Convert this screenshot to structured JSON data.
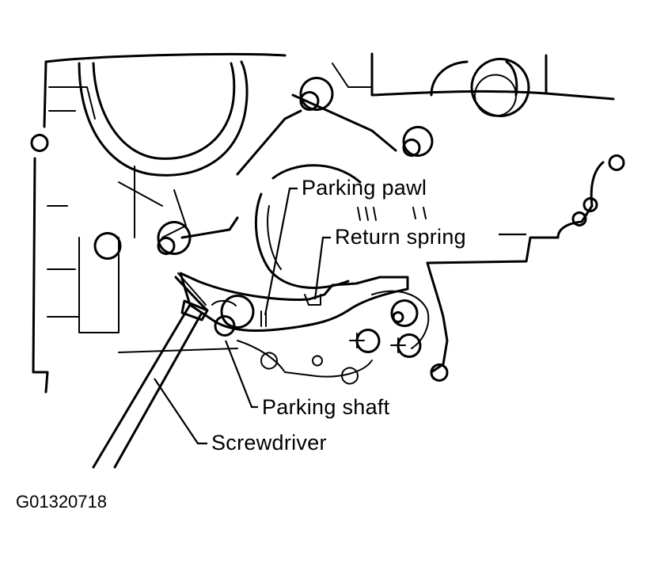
{
  "labels": {
    "parking_pawl": "Parking pawl",
    "return_spring": "Return spring",
    "parking_shaft": "Parking shaft",
    "screwdriver": "Screwdriver"
  },
  "figure_id": "G01320718",
  "colors": {
    "ink": "#000000",
    "paper": "#ffffff"
  }
}
